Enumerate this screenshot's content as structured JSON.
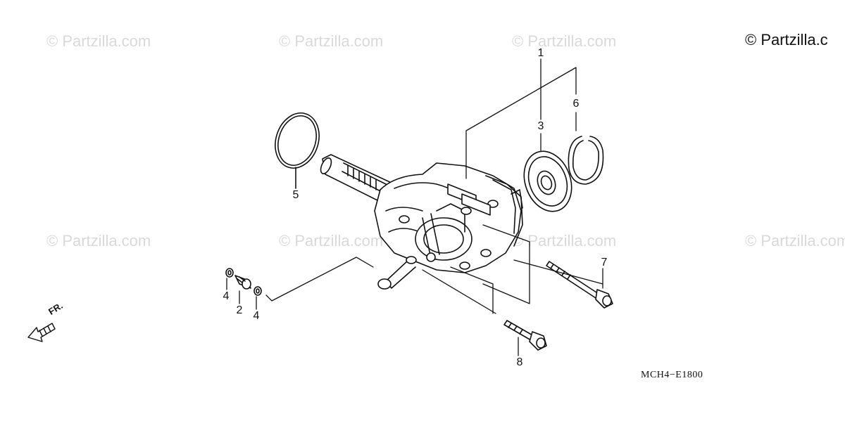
{
  "watermark": {
    "text": "© Partzilla.com",
    "corner_text": "© Partzilla.c"
  },
  "diagram_code": "MCH4−E1800",
  "direction_label": "FR.",
  "callouts": [
    {
      "id": "1",
      "label": "1"
    },
    {
      "id": "2",
      "label": "2"
    },
    {
      "id": "3",
      "label": "3"
    },
    {
      "id": "4a",
      "label": "4"
    },
    {
      "id": "4b",
      "label": "4"
    },
    {
      "id": "5",
      "label": "5"
    },
    {
      "id": "6",
      "label": "6"
    },
    {
      "id": "7",
      "label": "7"
    },
    {
      "id": "8",
      "label": "8"
    }
  ],
  "colors": {
    "line": "#111111",
    "watermark": "#d9d9d9"
  }
}
